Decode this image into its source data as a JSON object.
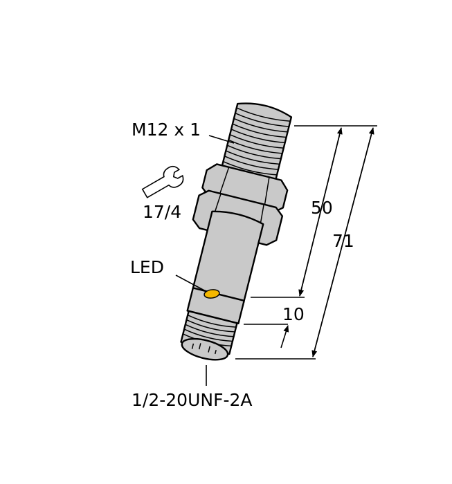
{
  "labels": {
    "thread": "M12 x 1",
    "wrench": "17/4",
    "led": "LED",
    "connector": "1/2-20UNF-2A",
    "dim_50": "50",
    "dim_71": "71",
    "dim_10": "10"
  },
  "icons": {
    "wrench": "wrench-icon"
  },
  "colors": {
    "body": "#c9c9c9",
    "led": "#f5b800",
    "line": "#000000"
  }
}
